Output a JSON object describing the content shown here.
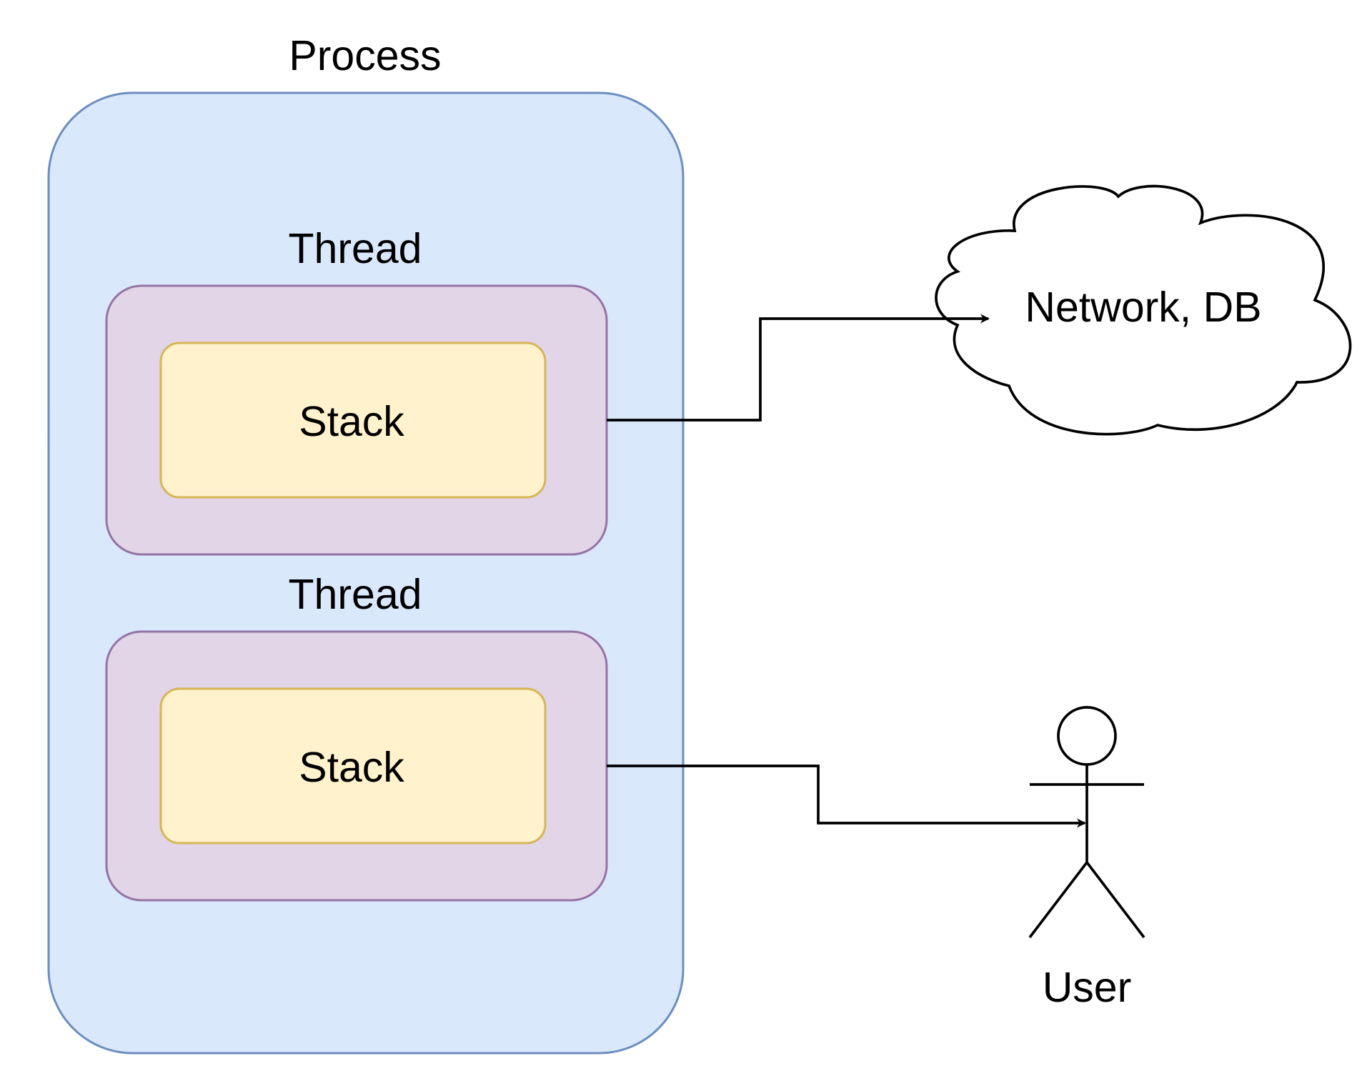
{
  "diagram": {
    "process": {
      "label": "Process",
      "fill": "#dae8fc",
      "stroke": "#6c8ebf"
    },
    "threads": [
      {
        "label": "Thread",
        "stack_label": "Stack"
      },
      {
        "label": "Thread",
        "stack_label": "Stack"
      }
    ],
    "thread_style": {
      "fill": "#e1d5e7",
      "stroke": "#9673a6"
    },
    "stack_style": {
      "fill": "#fff2cc",
      "stroke": "#d6b656"
    },
    "cloud": {
      "label": "Network, DB",
      "icon": "cloud-icon"
    },
    "actor": {
      "label": "User",
      "icon": "person-icon"
    },
    "edges": [
      {
        "from": "thread-1",
        "to": "cloud"
      },
      {
        "from": "thread-2",
        "to": "actor"
      }
    ]
  }
}
